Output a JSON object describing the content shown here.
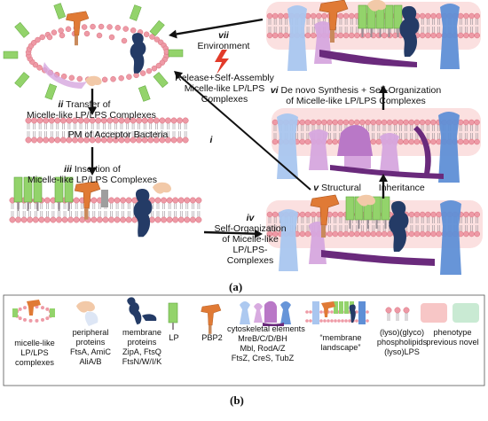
{
  "labels": {
    "vii": "vii",
    "vii_text": "Environment",
    "release_lines": [
      "Release+Self-Assembly",
      "Micelle-like LP/LPS",
      "Complexes"
    ],
    "ii": "ii",
    "transfer_lines": [
      "Transfer of",
      "Micelle-like LP/LPS",
      "Complexes"
    ],
    "pm_label": "PM of Acceptor Bacteria",
    "i": "i",
    "iii": "iii",
    "insertion_lines": [
      "Insertion of",
      "Micelle-like LP/LPS",
      "Complexes"
    ],
    "vi": "vi",
    "vi_line1": "De novo Synthesis",
    "vi_line1b": "+ Self-Organization",
    "vi_line2": "of Micelle-like",
    "vi_line2b": "LP/LPS Complexes",
    "v": "v",
    "v_text_a": "Structural",
    "v_text_b": "Inheritance",
    "iv": "iv",
    "iv_lines": [
      "Self-Organization",
      "of Micelle-like",
      "LP/LPS-",
      "Complexes"
    ]
  },
  "captions": {
    "a": "(a)",
    "b": "(b)"
  },
  "legend": {
    "micelle": [
      "micelle-like",
      "LP/LPS",
      "complexes"
    ],
    "peripheral": [
      "peripheral",
      "proteins",
      "FtsA, AmiC",
      "AliA/B"
    ],
    "membrane_proteins": [
      "membrane",
      "proteins",
      "ZipA, FtsQ",
      "FtsN/W/I/K"
    ],
    "lp": "LP",
    "pbp2": "PBP2",
    "cytoskeletal": [
      "cytoskeletal elements",
      "MreB/C/D/BH",
      "Mbl, RodA/Z",
      "FtsZ, CreS, TubZ"
    ],
    "landscape": [
      "“membrane",
      "landscape”"
    ],
    "lipids": [
      "(lyso)(glyco)",
      "phospholipids",
      "(lyso)LPS"
    ],
    "phenotype": [
      "phenotype",
      "previous novel"
    ]
  },
  "colors": {
    "head": "#ee9aa6",
    "head_edge": "#d9707e",
    "tail": "#9a8f96",
    "lp_green": "#93d36b",
    "lp_green_dark": "#5fa63c",
    "orange": "#e07a35",
    "peach": "#f2c9a8",
    "navy": "#243b66",
    "steel": "#5f8fd6",
    "lightblue": "#a9c6ef",
    "lilac": "#d6a6de",
    "violet": "#b978c7",
    "purple": "#6a2a7c",
    "phenotype_prev": "#f7c6c6",
    "phenotype_novel": "#c9ead3",
    "arrow": "#111111",
    "lightning": "#e23b2a"
  }
}
